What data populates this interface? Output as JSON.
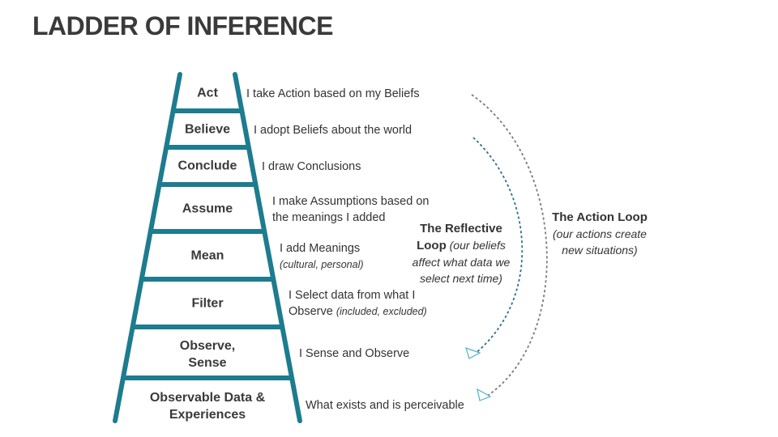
{
  "title": "LADDER OF INFERENCE",
  "colors": {
    "ladder": "#1d7c8e",
    "reflective_arrow": "#2a6f8c",
    "action_arrow": "#7a7a7a",
    "text": "#333333"
  },
  "rungs": [
    {
      "label": "Act",
      "desc": "I take Action based on my Beliefs",
      "desc_sub": ""
    },
    {
      "label": "Believe",
      "desc": "I  adopt Beliefs about the world",
      "desc_sub": ""
    },
    {
      "label": "Conclude",
      "desc": "I draw Conclusions",
      "desc_sub": ""
    },
    {
      "label": "Assume",
      "desc": "I make Assumptions based on\nthe meanings I added",
      "desc_sub": ""
    },
    {
      "label": "Mean",
      "desc": "I add Meanings",
      "desc_sub": "(cultural, personal)"
    },
    {
      "label": "Filter",
      "desc": "I Select data from what I\nObserve",
      "desc_sub": "(included, excluded)"
    },
    {
      "label": "Observe,\nSense",
      "desc": "I Sense and Observe",
      "desc_sub": ""
    },
    {
      "label": "Observable Data &\nExperiences",
      "desc": "What exists and is perceivable",
      "desc_sub": ""
    }
  ],
  "reflective_loop": {
    "title": "The Reflective",
    "title2": "Loop",
    "text_inline": "(our beliefs",
    "text_rest": "affect what data we\nselect next time)"
  },
  "action_loop": {
    "title": "The Action Loop",
    "text": "(our actions create\nnew situations)"
  }
}
